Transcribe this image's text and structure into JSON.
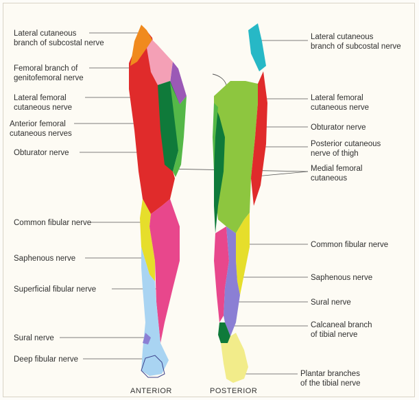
{
  "anterior": {
    "caption": "ANTERIOR",
    "labels": [
      "Lateral cutaneous\nbranch of subcostal nerve",
      "Femoral branch of\ngenitofemoral nerve",
      "Lateral femoral\ncutaneous nerve",
      "Anterior femoral\ncutaneous nerves",
      "Obturator nerve",
      "Common fibular nerve",
      "Saphenous nerve",
      "Superficial fibular nerve",
      "Sural nerve",
      "Deep fibular nerve"
    ]
  },
  "posterior": {
    "caption": "POSTERIOR",
    "labels": [
      "Lateral cutaneous\nbranch of subcostal nerve",
      "Lateral femoral\ncutaneous nerve",
      "Obturator nerve",
      "Posterior cutaneous\nnerve of thigh",
      "Medial femoral\ncutaneous",
      "Common fibular nerve",
      "Saphenous nerve",
      "Sural nerve",
      "Calcaneal branch\nof tibial nerve",
      "Plantar branches\nof the tibial nerve"
    ]
  },
  "colors": {
    "subcostal": "#f08a1e",
    "subcostal_post": "#27b8c6",
    "genitofemoral": "#f4a0b6",
    "lateral_femoral": "#e02b2b",
    "anterior_femoral": "#e02b2b",
    "obturator": "#0f7a3a",
    "obturator_light": "#55b848",
    "purple": "#9b59b6",
    "posterior_thigh": "#8dc63f",
    "common_fibular": "#e6de2b",
    "saphenous": "#e8478c",
    "superficial_fibular": "#a9d4f2",
    "sural": "#8b7fd4",
    "calcaneal": "#0f7a3a",
    "plantar": "#f2ec8a"
  }
}
